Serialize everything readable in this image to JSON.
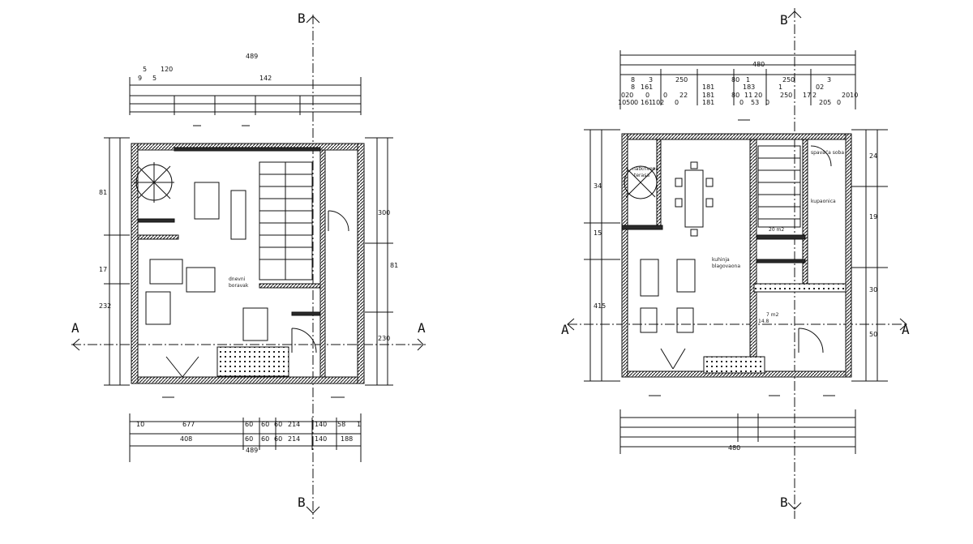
{
  "colors": {
    "line": "#111111",
    "wall_fill": "#2a2a2a",
    "paper": "#ffffff"
  },
  "left_plan": {
    "section_marks": {
      "top": "B",
      "bottom": "B",
      "left": "A",
      "right": "A"
    },
    "top_dims": {
      "total": "489",
      "row1": [
        "5",
        "120"
      ],
      "row2": [
        "9",
        "5",
        "142"
      ]
    },
    "bottom_dims": {
      "row1": [
        "10",
        "677",
        "60",
        "60",
        "60",
        "214",
        "140",
        "58",
        "1"
      ],
      "row2": [
        "408",
        "60",
        "60",
        "60",
        "214",
        "140",
        "188"
      ],
      "total": "489"
    },
    "left_dims": [
      "81",
      "17",
      "232"
    ],
    "right_dims": [
      "300",
      "81",
      "230"
    ],
    "room_labels": [
      "dnevni",
      "boravak"
    ]
  },
  "right_plan": {
    "section_marks": {
      "top": "B",
      "bottom": "B",
      "left": "A",
      "right": "A"
    },
    "top_dims": {
      "total": "480",
      "row1": [
        "8",
        "3",
        "250",
        "80",
        "1",
        "250",
        "3"
      ],
      "row2": [
        "8",
        "161",
        "181",
        "183",
        "1",
        "02"
      ],
      "row3": [
        "020",
        "0",
        "0",
        "22",
        "181",
        "80",
        "11",
        "20",
        "250",
        "17",
        "2",
        "2010"
      ],
      "row4": [
        "1050",
        "0",
        "161",
        "102",
        "0",
        "181",
        "0",
        "53",
        "0",
        "205",
        "0"
      ]
    },
    "bottom_dims": {
      "total": "480"
    },
    "left_dims": [
      "34",
      "15",
      "415"
    ],
    "right_dims": [
      "24",
      "19",
      "30",
      "50"
    ],
    "room_labels": [
      "natkrivena",
      "terasa",
      "kuhinja",
      "blagovaona",
      "spavaća soba",
      "kupaonica"
    ],
    "area_labels": [
      "20 m2",
      "7 m2",
      "14.8"
    ]
  }
}
